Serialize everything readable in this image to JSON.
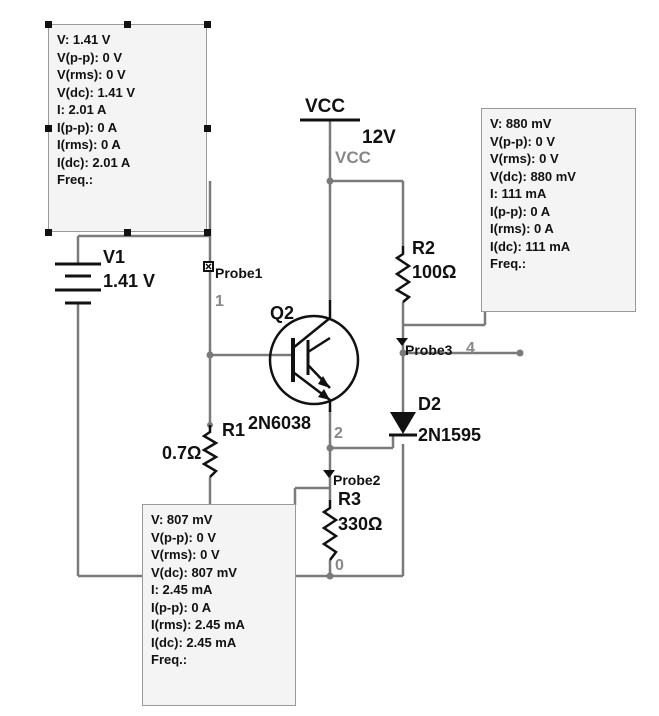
{
  "supply": {
    "name": "VCC",
    "voltage": "12V",
    "net_label": "VCC"
  },
  "v1": {
    "name": "V1",
    "value": "1.41 V"
  },
  "components": {
    "q2": {
      "name": "Q2",
      "part": "2N6038"
    },
    "r1": {
      "name": "R1",
      "value": "0.7Ω"
    },
    "r2": {
      "name": "R2",
      "value": "100Ω"
    },
    "r3": {
      "name": "R3",
      "value": "330Ω"
    },
    "d2": {
      "name": "D2",
      "part": "2N1595"
    }
  },
  "probe_labels": {
    "probe1": "Probe1",
    "probe2": "Probe2",
    "probe3": "Probe3"
  },
  "nodes": {
    "n0": "0",
    "n1": "1",
    "n2": "2",
    "n4": "4"
  },
  "probe1_readout": [
    "V: 1.41 V",
    "V(p-p): 0 V",
    "V(rms): 0 V",
    "V(dc): 1.41 V",
    "I: 2.01 A",
    "I(p-p): 0 A",
    "I(rms): 0 A",
    "I(dc): 2.01 A",
    "Freq.:"
  ],
  "probe3_readout": [
    "V: 880 mV",
    "V(p-p): 0 V",
    "V(rms): 0 V",
    "V(dc): 880 mV",
    "I:  111 mA",
    "I(p-p): 0 A",
    "I(rms): 0 A",
    "I(dc): 111 mA",
    "Freq.:"
  ],
  "probe2_readout": [
    "V: 807 mV",
    "V(p-p): 0 V",
    "V(rms): 0 V",
    "V(dc): 807 mV",
    "I: 2.45 mA",
    "I(p-p): 0 A",
    "I(rms): 2.45 mA",
    "I(dc): 2.45 mA",
    "Freq.:"
  ],
  "colors": {
    "wire": "#777777",
    "component": "#111111",
    "node_label": "#888888",
    "box_bg": "#f4f4f4"
  }
}
